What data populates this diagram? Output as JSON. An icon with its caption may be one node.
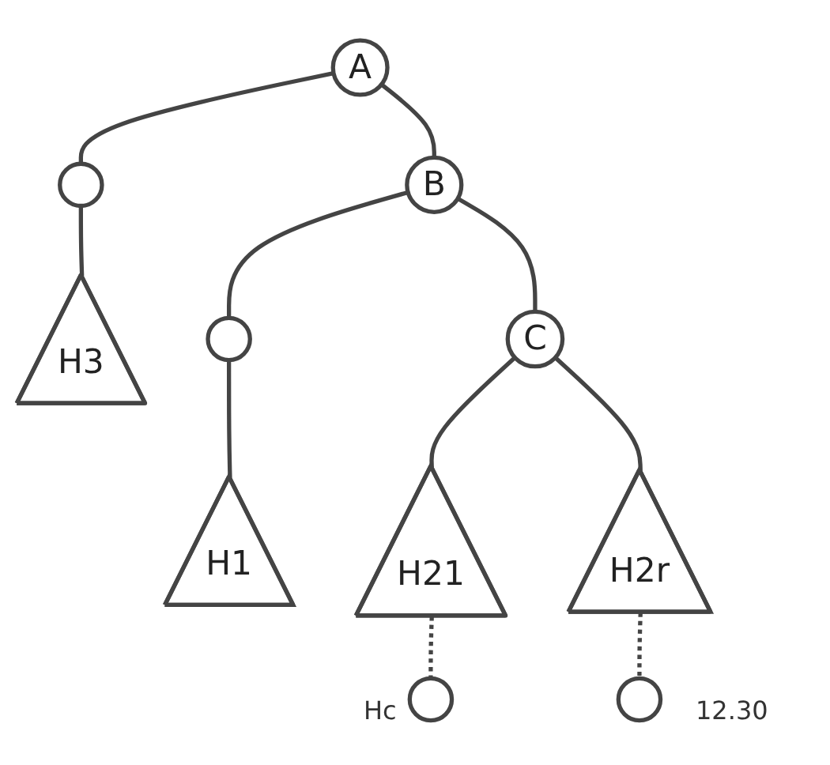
{
  "diagram": {
    "nodes": [
      {
        "text": [
          "A"
        ]
      },
      {
        "text": [
          "B"
        ]
      },
      {
        "text": [],
        "shape": "circle"
      },
      {
        "text": [
          "H3"
        ]
      },
      {
        "text": [],
        "shape": "circle"
      },
      {
        "text": [
          "C"
        ]
      },
      {
        "text": [
          "H1"
        ]
      },
      {
        "text": [
          "H21"
        ]
      },
      {
        "text": [
          "H2r"
        ]
      },
      {
        "text": [],
        "shape": "circle"
      },
      {
        "text": [],
        "shape": "circle"
      }
    ],
    "edges": [
      {
        "from": 0,
        "to": 1,
        "arrow": "none"
      },
      {
        "from": 0,
        "to": 2,
        "arrow": "none"
      },
      {
        "from": 2,
        "to": 3,
        "arrow": "none"
      },
      {
        "from": 1,
        "to": 4,
        "arrow": "none"
      },
      {
        "from": 1,
        "to": 5,
        "arrow": "none"
      },
      {
        "from": 4,
        "to": 6,
        "arrow": "none"
      },
      {
        "from": 5,
        "to": 7,
        "arrow": "none"
      },
      {
        "from": 5,
        "to": 8,
        "arrow": "none"
      },
      {
        "from": 7,
        "to": 9,
        "arrow": "none",
        "style": "dashed"
      },
      {
        "from": 8,
        "to": 10,
        "arrow": "none",
        "style": "dashed"
      }
    ],
    "labels": [
      "Hc",
      "12.30"
    ]
  }
}
